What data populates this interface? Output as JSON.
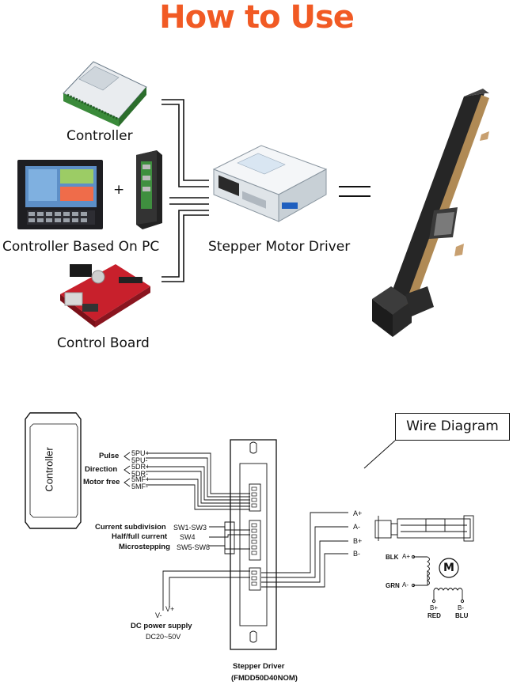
{
  "header": {
    "title": "How to Use",
    "accent_color": "#f15a24"
  },
  "top_section": {
    "labels": {
      "controller": "Controller",
      "controller_pc": "Controller Based On PC",
      "control_board": "Control Board",
      "driver": "Stepper Motor Driver",
      "plus": "+"
    }
  },
  "wire_diagram": {
    "heading": "Wire Diagram",
    "controller_label": "Controller",
    "signals": [
      {
        "name": "Pulse",
        "pins": [
          "5PU+",
          "5PU-"
        ]
      },
      {
        "name": "Direction",
        "pins": [
          "5DR+",
          "5DR-"
        ]
      },
      {
        "name": "Motor free",
        "pins": [
          "5MF+",
          "5MF-"
        ]
      }
    ],
    "settings": [
      {
        "name": "Current subdivision",
        "switch": "SW1-SW3"
      },
      {
        "name": "Half/full current",
        "switch": "SW4"
      },
      {
        "name": "Microstepping",
        "switch": "SW5-SW8"
      }
    ],
    "outputs": [
      "A+",
      "A-",
      "B+",
      "B-"
    ],
    "power": {
      "neg": "V-",
      "pos": "V+",
      "title": "DC power supply",
      "range": "DC20~50V"
    },
    "driver_caption": [
      "Stepper Driver",
      "(FMDD50D40NOM)"
    ],
    "motor": {
      "symbol": "M",
      "left_pins": [
        {
          "color": "BLK",
          "pin": "A+"
        },
        {
          "color": "GRN",
          "pin": "A-"
        }
      ],
      "bottom_pins": [
        {
          "pin": "B+",
          "color": "RED"
        },
        {
          "pin": "B-",
          "color": "BLU"
        }
      ]
    }
  }
}
